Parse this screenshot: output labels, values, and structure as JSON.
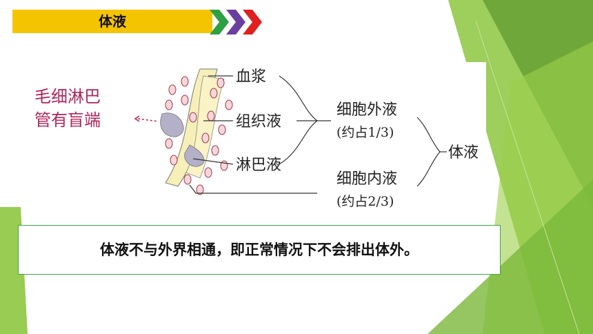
{
  "header": {
    "title": "体液"
  },
  "diagram": {
    "handwritten_note": [
      "毛细淋巴",
      "管有盲端"
    ],
    "labels": {
      "plasma": "血浆",
      "tissue_fluid": "组织液",
      "lymph": "淋巴液",
      "extracellular": "细胞外液",
      "extracellular_share": "(约占1/3)",
      "intracellular": "细胞内液",
      "intracellular_share": "(约占2/3)",
      "body_fluid": "体液"
    }
  },
  "note": {
    "text": "体液不与外界相通，即正常情况下不会排出体外。"
  },
  "colors": {
    "accent_yellow": "#f5c400",
    "green_light": "#8dc63f",
    "green_dark": "#5a9e2f",
    "purple": "#6b3fa0",
    "red": "#e02020"
  }
}
